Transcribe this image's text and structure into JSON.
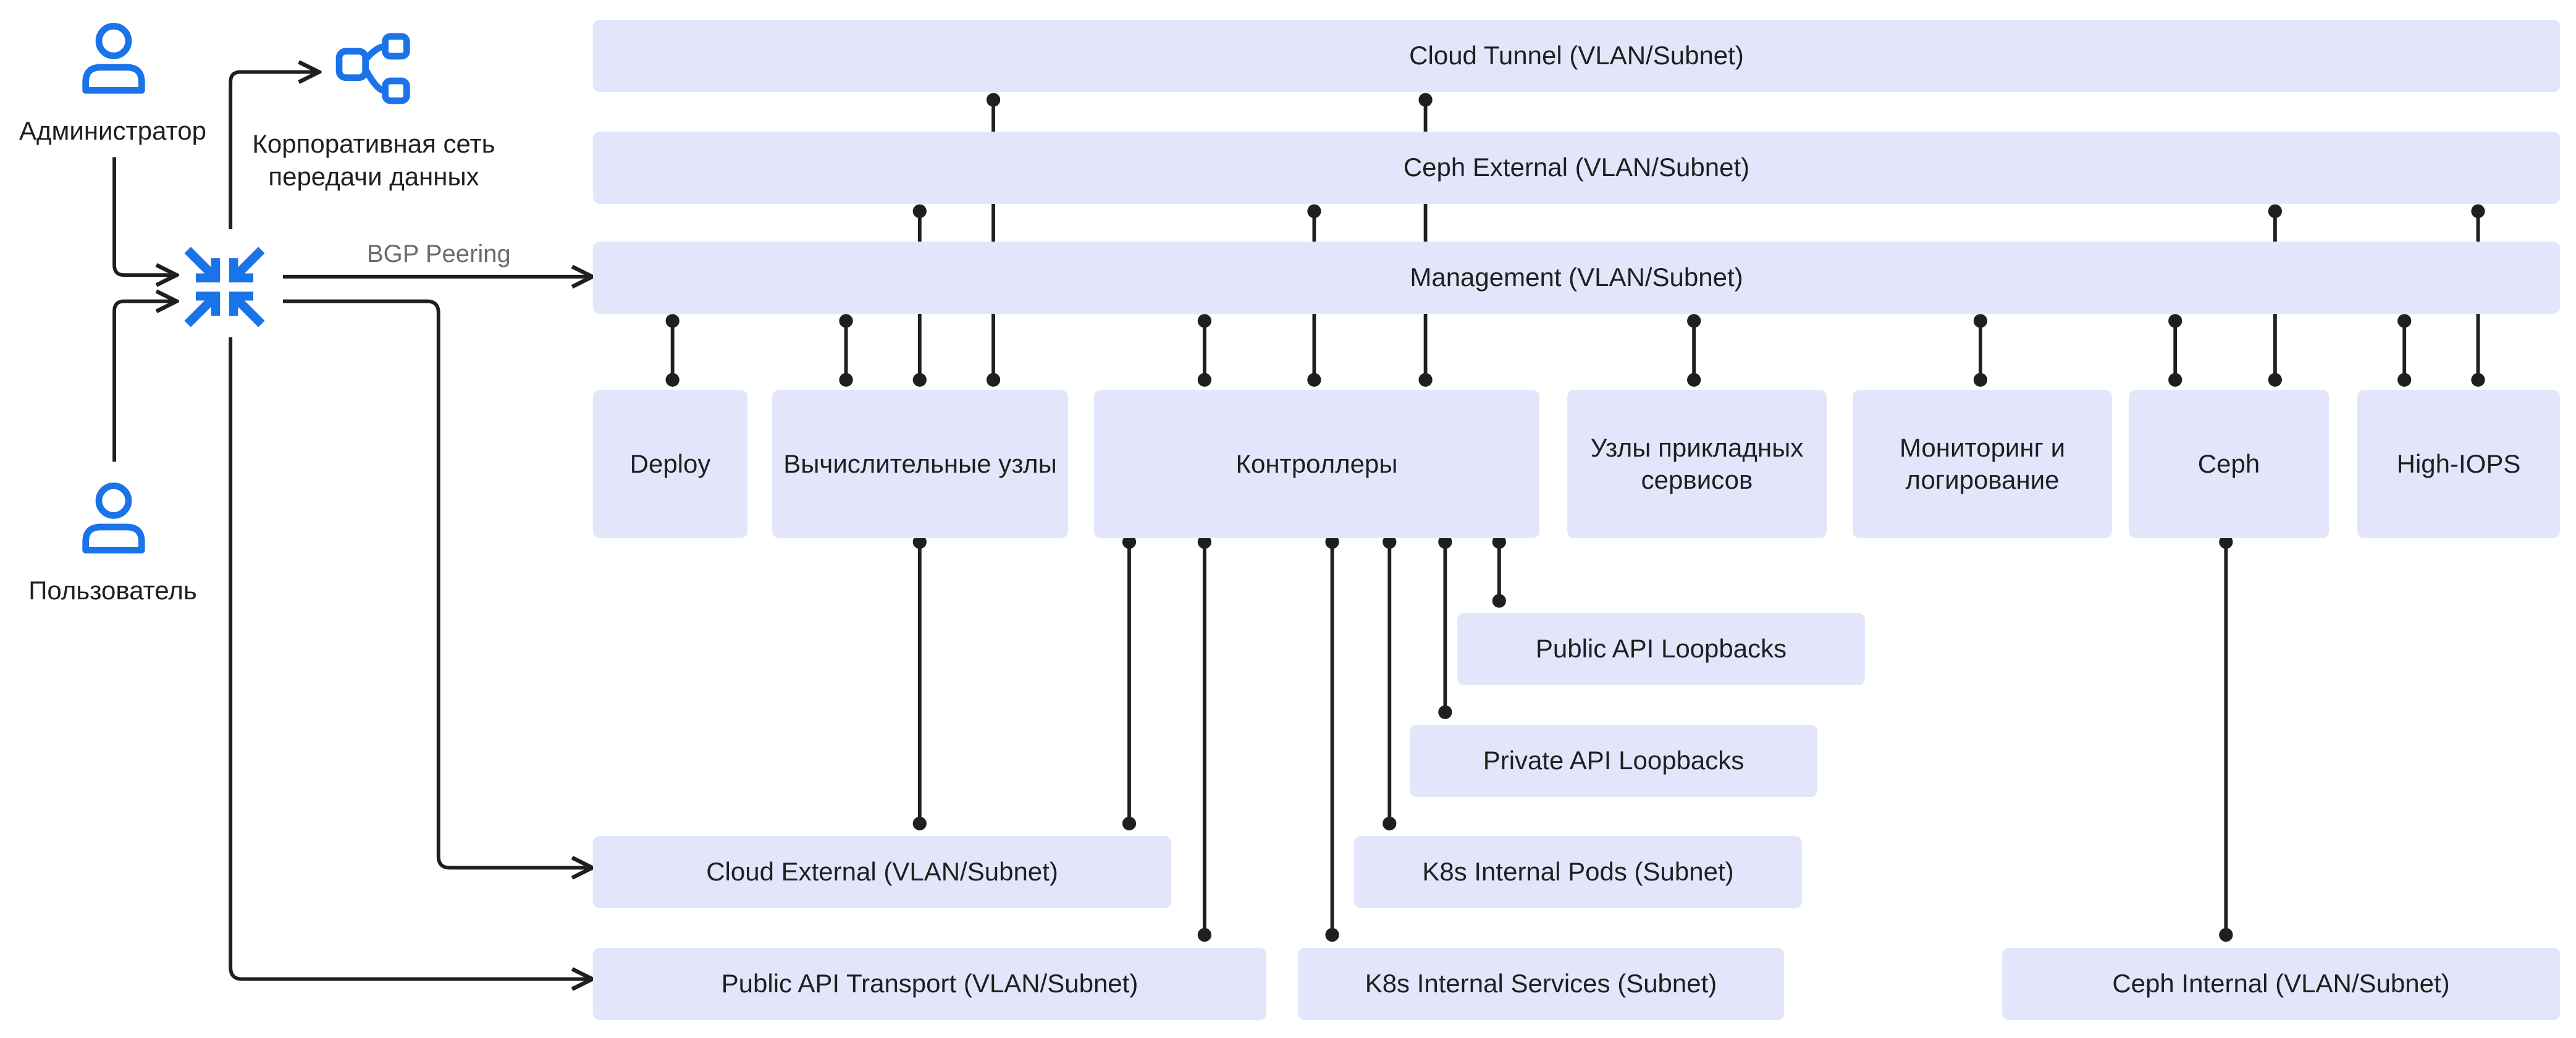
{
  "actors": {
    "admin": "Администратор",
    "user": "Пользователь",
    "corp_network": [
      "Корпоративная сеть",
      "передачи данных"
    ],
    "bgp": "BGP Peering"
  },
  "networks": {
    "cloud_tunnel": "Cloud Tunnel (VLAN/Subnet)",
    "ceph_external": "Ceph External (VLAN/Subnet)",
    "management": "Management (VLAN/Subnet)",
    "public_api_loopbacks": "Public API Loopbacks",
    "private_api_loopbacks": "Private API Loopbacks",
    "cloud_external": "Cloud External (VLAN/Subnet)",
    "k8s_pods": "K8s Internal Pods (Subnet)",
    "public_api_transport": "Public API Transport (VLAN/Subnet)",
    "k8s_services": "K8s Internal Services (Subnet)",
    "ceph_internal": "Ceph Internal (VLAN/Subnet)"
  },
  "nodes": {
    "deploy": "Deploy",
    "compute": "Вычислительные узлы",
    "controllers": "Контроллеры",
    "app_nodes": "Узлы прикладных сервисов",
    "monitoring": "Мониторинг и логирование",
    "ceph": "Ceph",
    "high_iops": "High-IOPS"
  },
  "colors": {
    "box_fill": "#e3e6fb",
    "icon_blue": "#1a73e8",
    "line": "#1f1f1f",
    "bgp_text": "#6b6b6b"
  }
}
